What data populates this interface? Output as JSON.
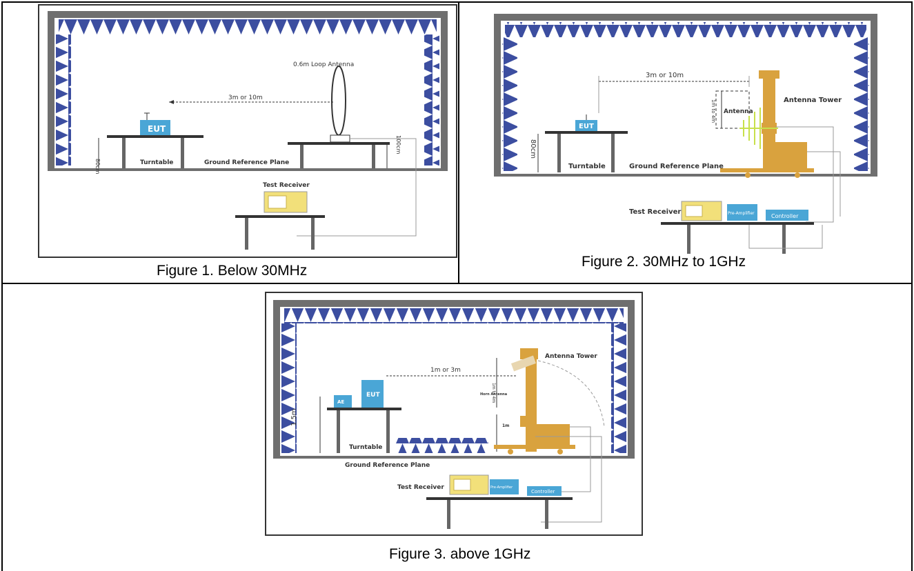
{
  "figure1": {
    "caption": "Figure 1. Below 30MHz",
    "loop_antenna": "0.6m Loop Antenna",
    "distance": "3m or 10m",
    "eut": "EUT",
    "height_left": "80cm",
    "turntable": "Turntable",
    "ground_plane": "Ground Reference Plane",
    "height_right": "100cm",
    "receiver": "Test Receiver"
  },
  "figure2": {
    "caption": "Figure 2. 30MHz to 1GHz",
    "distance": "3m or 10m",
    "range": "1m to 4m",
    "antenna": "Antenna",
    "tower": "Antenna Tower",
    "eut": "EUT",
    "height": "80cm",
    "turntable": "Turntable",
    "ground_plane": "Ground Reference Plane",
    "receiver": "Test Receiver",
    "preamp": "Pre-Amplifier",
    "controller": "Controller"
  },
  "figure3": {
    "caption": "Figure 3. above 1GHz",
    "tower": "Antenna Tower",
    "distance": "1m or 3m",
    "range": "1m to 4m",
    "horn": "Horn Antenna",
    "eut": "EUT",
    "ae": "AE",
    "height": "1.5m",
    "one_m": "1m",
    "turntable": "Turntable",
    "ground_plane": "Ground Reference Plane",
    "receiver": "Test Receiver",
    "preamp": "Pre-Amplifier",
    "controller": "Controller"
  },
  "colors": {
    "wall": "#6f6f6f",
    "absorber": "#3c4ea0",
    "eut": "#4aa6d6",
    "tower": "#d9a23e",
    "receiver": "#f2e07a"
  }
}
